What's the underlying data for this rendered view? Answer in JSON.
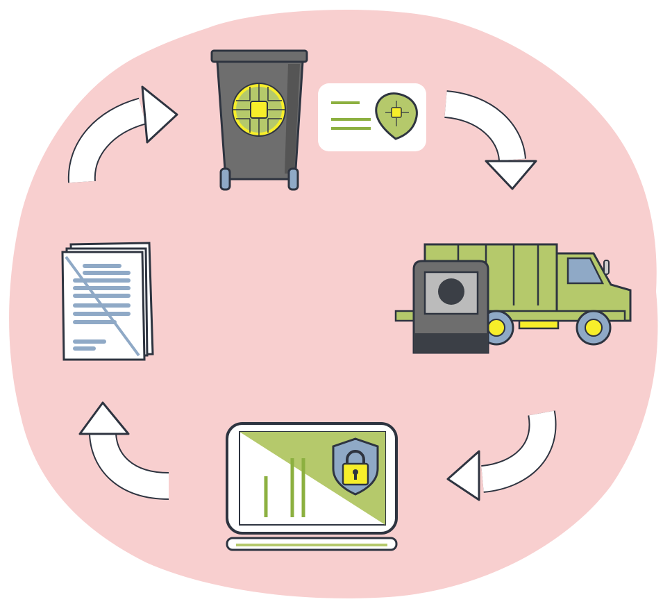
{
  "diagram": {
    "type": "cycle",
    "nodes": [
      {
        "id": "smart-bin",
        "icon": "smart-trash-bin-icon"
      },
      {
        "id": "sensor-tag",
        "icon": "chip-tag-icon"
      },
      {
        "id": "garbage-truck",
        "icon": "garbage-truck-icon"
      },
      {
        "id": "secure-dashboard",
        "icon": "laptop-secure-chart-icon"
      },
      {
        "id": "report",
        "icon": "document-icon"
      }
    ],
    "flow": [
      "smart-bin",
      "garbage-truck",
      "secure-dashboard",
      "report",
      "smart-bin"
    ]
  },
  "colors": {
    "background_blob": "#f8cfcf",
    "outline": "#2e3440",
    "bin_body": "#6e6e6e",
    "chip_yellow": "#f7ee2a",
    "truck_green": "#b5c96b",
    "accent_green": "#8cb040",
    "doc_lines": "#8fa9c6",
    "arrow_fill": "#ffffff"
  }
}
